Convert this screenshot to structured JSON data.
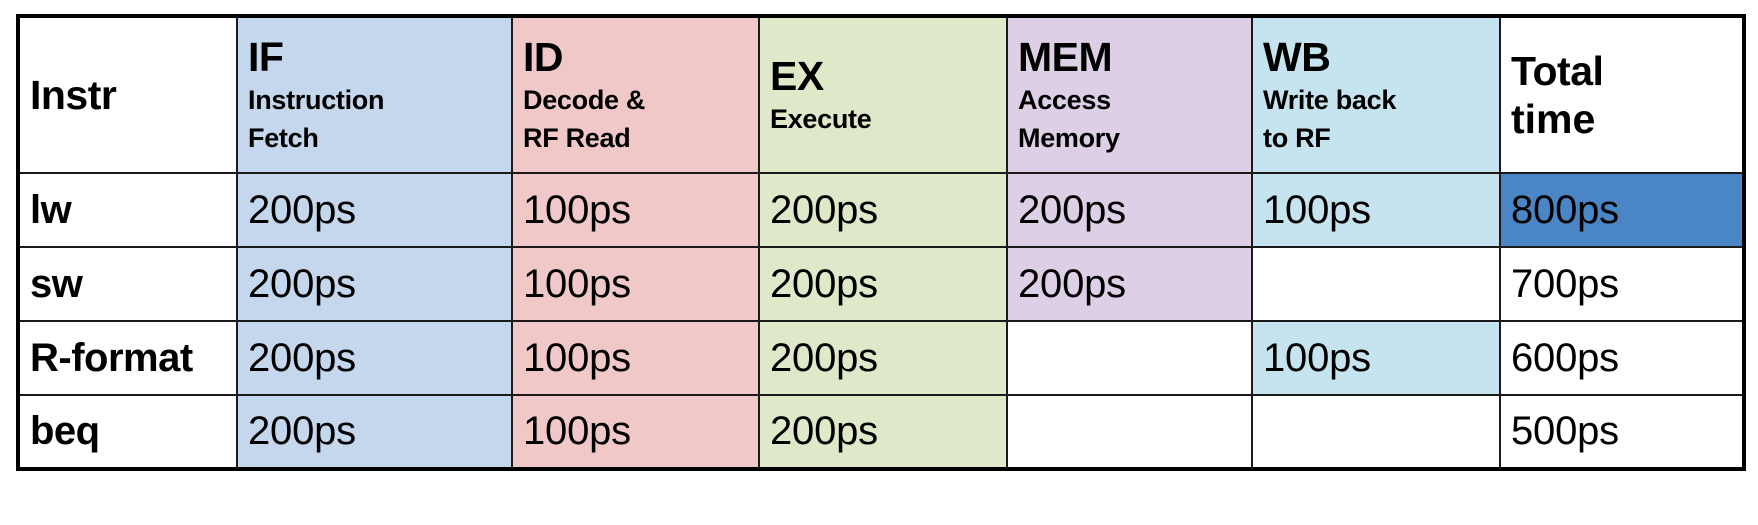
{
  "table": {
    "columns": [
      {
        "key": "instr",
        "abbr": "Instr",
        "desc_lines": [],
        "tint": "none"
      },
      {
        "key": "if",
        "abbr": "IF",
        "desc_lines": [
          "Instruction",
          "Fetch"
        ],
        "tint": "if"
      },
      {
        "key": "id",
        "abbr": "ID",
        "desc_lines": [
          "Decode &",
          "RF Read"
        ],
        "tint": "id"
      },
      {
        "key": "ex",
        "abbr": "EX",
        "desc_lines": [
          "Execute"
        ],
        "tint": "ex"
      },
      {
        "key": "mem",
        "abbr": "MEM",
        "desc_lines": [
          "Access",
          "Memory"
        ],
        "tint": "mem"
      },
      {
        "key": "wb",
        "abbr": "WB",
        "desc_lines": [
          "Write back",
          "to RF"
        ],
        "tint": "wb"
      },
      {
        "key": "total",
        "abbr": "Total",
        "abbr2": "time",
        "desc_lines": [],
        "tint": "none"
      }
    ],
    "rows": [
      {
        "instr": "lw",
        "cells": [
          {
            "value": "200ps",
            "tint": "if",
            "highlighted": false
          },
          {
            "value": "100ps",
            "tint": "id",
            "highlighted": false
          },
          {
            "value": "200ps",
            "tint": "ex",
            "highlighted": false
          },
          {
            "value": "200ps",
            "tint": "mem",
            "highlighted": false
          },
          {
            "value": "100ps",
            "tint": "wb",
            "highlighted": false
          },
          {
            "value": "800ps",
            "tint": "hl",
            "highlighted": true
          }
        ]
      },
      {
        "instr": "sw",
        "cells": [
          {
            "value": "200ps",
            "tint": "if",
            "highlighted": false
          },
          {
            "value": "100ps",
            "tint": "id",
            "highlighted": false
          },
          {
            "value": "200ps",
            "tint": "ex",
            "highlighted": false
          },
          {
            "value": "200ps",
            "tint": "mem",
            "highlighted": false
          },
          {
            "value": "",
            "tint": "none",
            "highlighted": false
          },
          {
            "value": "700ps",
            "tint": "none",
            "highlighted": false
          }
        ]
      },
      {
        "instr": "R-format",
        "cells": [
          {
            "value": "200ps",
            "tint": "if",
            "highlighted": false
          },
          {
            "value": "100ps",
            "tint": "id",
            "highlighted": false
          },
          {
            "value": "200ps",
            "tint": "ex",
            "highlighted": false
          },
          {
            "value": "",
            "tint": "none",
            "highlighted": false
          },
          {
            "value": "100ps",
            "tint": "wb",
            "highlighted": false
          },
          {
            "value": "600ps",
            "tint": "none",
            "highlighted": false
          }
        ]
      },
      {
        "instr": "beq",
        "cells": [
          {
            "value": "200ps",
            "tint": "if",
            "highlighted": false
          },
          {
            "value": "100ps",
            "tint": "id",
            "highlighted": false
          },
          {
            "value": "200ps",
            "tint": "ex",
            "highlighted": false
          },
          {
            "value": "",
            "tint": "none",
            "highlighted": false
          },
          {
            "value": "",
            "tint": "none",
            "highlighted": false
          },
          {
            "value": "500ps",
            "tint": "none",
            "highlighted": false
          }
        ]
      }
    ],
    "colors": {
      "if": "#c5d7ec",
      "id": "#f0c8c8",
      "ex": "#dfe8c8",
      "mem": "#ddd0e6",
      "wb": "#c5e4ef",
      "highlight": "#4a86c5",
      "none": "#ffffff",
      "border": "#1a1a1a",
      "text": "#000000"
    }
  }
}
